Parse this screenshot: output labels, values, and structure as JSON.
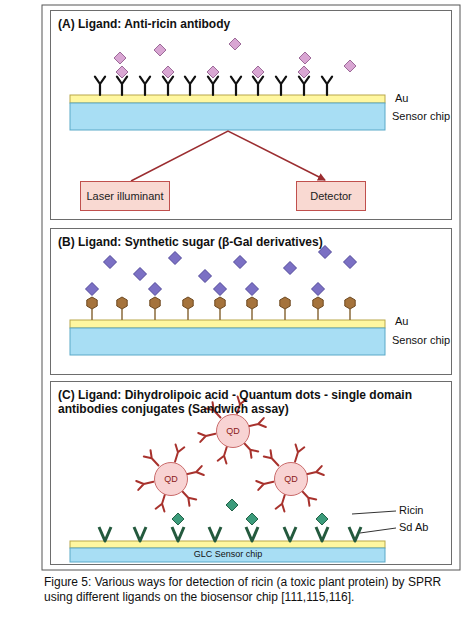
{
  "diagram": {
    "caption": "Figure 5: Various ways for detection of ricin (a toxic plant protein) by SPRR using different ligands on the biosensor chip [111,115,116].",
    "nodes": [
      {
        "text": [
          "(A) Ligand: Anti-ricin antibody"
        ]
      },
      {
        "text": [
          "(B) Ligand: Synthetic sugar (β-Gal derivatives)"
        ]
      },
      {
        "text": [
          "(C) Ligand: Dihydrolipoic acid - Quantum dots - single domain antibodies conjugates (Sandwich assay)"
        ]
      },
      {
        "text": [
          "Laser illuminant"
        ],
        "in": 0
      },
      {
        "text": [
          "Detector"
        ],
        "in": 0
      },
      {
        "text": [
          "QD"
        ],
        "in": 2
      },
      {
        "text": [
          "QD"
        ],
        "in": 2
      },
      {
        "text": [
          "QD"
        ],
        "in": 2
      }
    ],
    "edges": [
      {
        "from": 3,
        "to": 4,
        "arrow": "to"
      }
    ],
    "labels": [
      "Au",
      "Sensor chip",
      "Au",
      "Sensor chip",
      "Ricin",
      "Sd Ab",
      "GLC Sensor chip"
    ]
  }
}
